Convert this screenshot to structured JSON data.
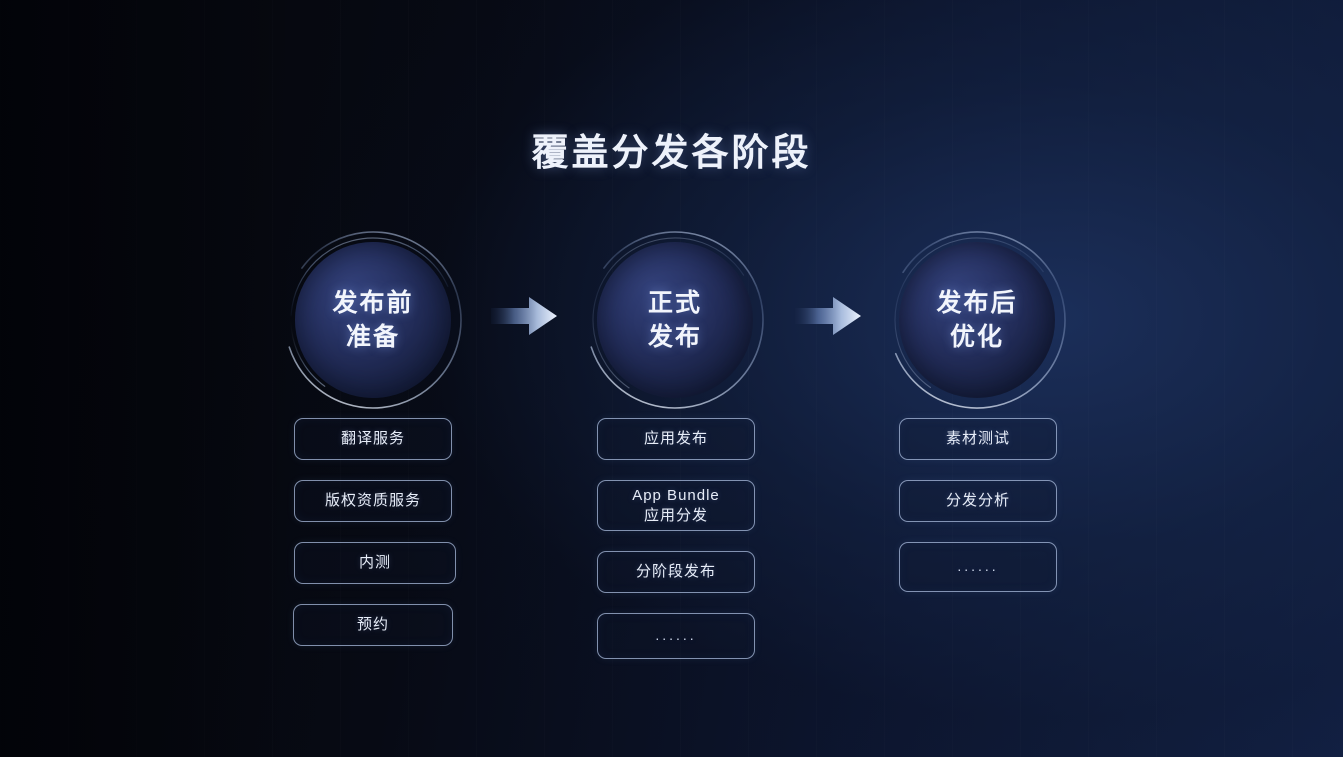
{
  "slide": {
    "title": "覆盖分发各阶段",
    "background_start": "#05070f",
    "background_end": "#122043",
    "accent": "#b0c4e4",
    "text_color": "#eef2fb"
  },
  "stages": [
    {
      "circle": {
        "line1": "发布前",
        "line2": "准备"
      },
      "items": [
        {
          "line1": "翻译服务",
          "line2": ""
        },
        {
          "line1": "版权资质服务",
          "line2": ""
        },
        {
          "line1": "内测",
          "line2": ""
        },
        {
          "line1": "预约",
          "line2": ""
        }
      ]
    },
    {
      "circle": {
        "line1": "正式",
        "line2": "发布"
      },
      "items": [
        {
          "line1": "应用发布",
          "line2": ""
        },
        {
          "line1": "App Bundle",
          "line2": "应用分发"
        },
        {
          "line1": "分阶段发布",
          "line2": ""
        },
        {
          "line1": "......",
          "line2": ""
        }
      ]
    },
    {
      "circle": {
        "line1": "发布后",
        "line2": "优化"
      },
      "items": [
        {
          "line1": "素材测试",
          "line2": ""
        },
        {
          "line1": "分发分析",
          "line2": ""
        },
        {
          "line1": "......",
          "line2": ""
        }
      ]
    }
  ],
  "arrows": [
    {
      "name": "arrow-stage-1-to-2",
      "direction": "right"
    },
    {
      "name": "arrow-stage-2-to-3",
      "direction": "right"
    }
  ]
}
